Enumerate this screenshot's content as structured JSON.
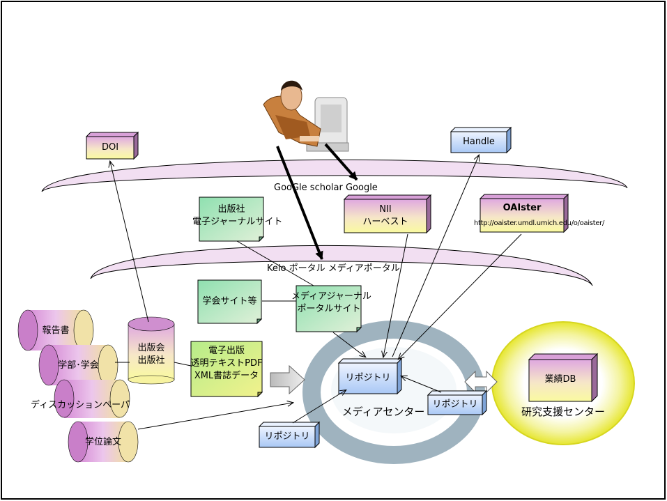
{
  "labels": {
    "doi": "DOI",
    "handle": "Handle",
    "google": "GooGle scholar  Google",
    "publisher_site_line1": "出版社",
    "publisher_site_line2": "電子ジャーナルサイト",
    "nii_line1": "NII",
    "nii_line2": "ハーベスト",
    "oaister_title": "OAIster",
    "oaister_url": "http://oaister.umdl.umich.edu/o/oaister/",
    "keio_portal": "Keio ポータル  メディアポータル",
    "society_site": "学会サイト等",
    "media_journal_line1": "メディアジャーナル",
    "media_journal_line2": "ポータルサイト",
    "report": "報告書",
    "faculty": "学部･学会",
    "discussion": "ディスカッションペーパ",
    "thesis": "学位論文",
    "publisher_line1": "出版会",
    "publisher_line2": "出版社",
    "epub_line1": "電子出版",
    "epub_line2": "透明テキストPDF",
    "epub_line3": "XML書誌データ",
    "repository_main": "リポジトリ",
    "repository_right": "リポジトリ",
    "repository_bottom": "リポジトリ",
    "media_center": "メディアセンター",
    "achievements_db": "業績DB",
    "research_center": "研究支援センター"
  },
  "colors": {
    "frame": "#000000",
    "pink_box": "#e3b8df",
    "yellow_box": "#fafab4",
    "green_note": "#a8e0c0",
    "blue_box": "#d6e6ff",
    "media_ellipse": "#a8bcc8",
    "yellow_ellipse": "#eeee40",
    "cylinder_pink": "#c77cc8"
  }
}
